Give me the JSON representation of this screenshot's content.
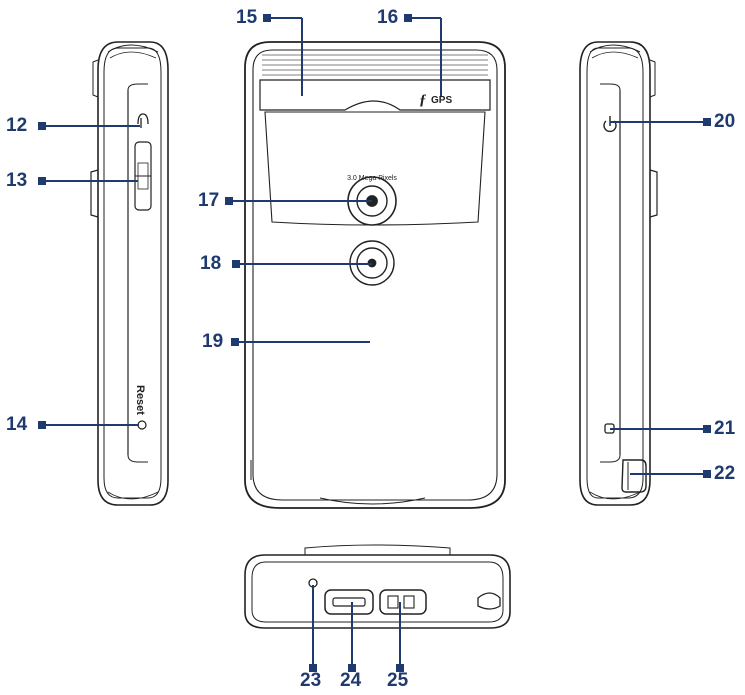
{
  "diagram": {
    "accent_color": "#1f3a6e",
    "device_labels": {
      "camera_text": "3.0 Mega Pixels",
      "gps_text": "GPS",
      "reset_text": "Reset"
    },
    "callouts": [
      {
        "id": "12",
        "label": "12"
      },
      {
        "id": "13",
        "label": "13"
      },
      {
        "id": "14",
        "label": "14"
      },
      {
        "id": "15",
        "label": "15"
      },
      {
        "id": "16",
        "label": "16"
      },
      {
        "id": "17",
        "label": "17"
      },
      {
        "id": "18",
        "label": "18"
      },
      {
        "id": "19",
        "label": "19"
      },
      {
        "id": "20",
        "label": "20"
      },
      {
        "id": "21",
        "label": "21"
      },
      {
        "id": "22",
        "label": "22"
      },
      {
        "id": "23",
        "label": "23"
      },
      {
        "id": "24",
        "label": "24"
      },
      {
        "id": "25",
        "label": "25"
      }
    ]
  }
}
